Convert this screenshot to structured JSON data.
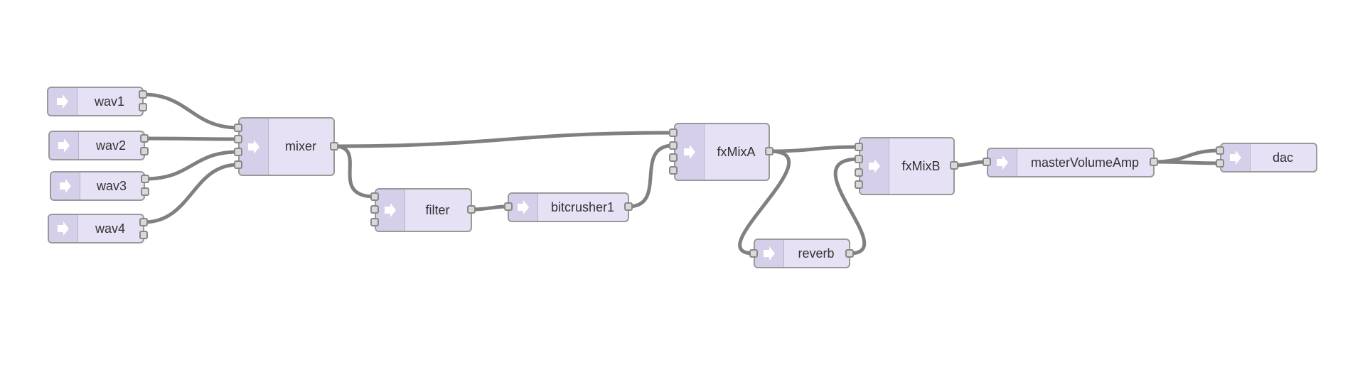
{
  "diagram": {
    "colors": {
      "node_fill": "#e6e1f4",
      "node_handle": "#d5cfe9",
      "node_border": "#999999",
      "port_fill": "#d9d9d9",
      "wire": "#808080"
    },
    "icons": {
      "node_handle": "play-arrow-icon"
    },
    "nodes": [
      {
        "id": "wav1",
        "label": "wav1"
      },
      {
        "id": "wav2",
        "label": "wav2"
      },
      {
        "id": "wav3",
        "label": "wav3"
      },
      {
        "id": "wav4",
        "label": "wav4"
      },
      {
        "id": "mixer",
        "label": "mixer"
      },
      {
        "id": "filter",
        "label": "filter"
      },
      {
        "id": "bitcrusher1",
        "label": "bitcrusher1"
      },
      {
        "id": "fxMixA",
        "label": "fxMixA"
      },
      {
        "id": "reverb",
        "label": "reverb"
      },
      {
        "id": "fxMixB",
        "label": "fxMixB"
      },
      {
        "id": "masterVolumeAmp",
        "label": "masterVolumeAmp"
      },
      {
        "id": "dac",
        "label": "dac"
      }
    ],
    "connections": [
      {
        "from": "wav1",
        "to": "mixer"
      },
      {
        "from": "wav2",
        "to": "mixer"
      },
      {
        "from": "wav3",
        "to": "mixer"
      },
      {
        "from": "wav4",
        "to": "mixer"
      },
      {
        "from": "mixer",
        "to": "fxMixA"
      },
      {
        "from": "mixer",
        "to": "filter"
      },
      {
        "from": "filter",
        "to": "bitcrusher1"
      },
      {
        "from": "bitcrusher1",
        "to": "fxMixA"
      },
      {
        "from": "fxMixA",
        "to": "fxMixB"
      },
      {
        "from": "fxMixA",
        "to": "reverb"
      },
      {
        "from": "reverb",
        "to": "fxMixB"
      },
      {
        "from": "fxMixB",
        "to": "masterVolumeAmp"
      },
      {
        "from": "masterVolumeAmp",
        "to": "dac"
      },
      {
        "from": "masterVolumeAmp",
        "to": "dac"
      }
    ]
  }
}
